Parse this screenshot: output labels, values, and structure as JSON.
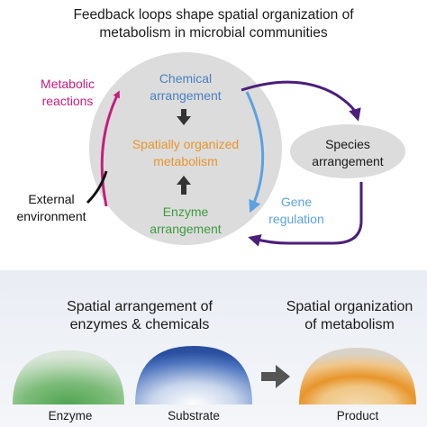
{
  "title": {
    "line1": "Feedback loops shape spatial organization of",
    "line2": "metabolism in microbial communities"
  },
  "circle": {
    "top_label_1": "Chemical",
    "top_label_2": "arrangement",
    "center_label_1": "Spatially organized",
    "center_label_2": "metabolism",
    "bottom_label_1": "Enzyme",
    "bottom_label_2": "arrangement"
  },
  "left": {
    "metabolic_1": "Metabolic",
    "metabolic_2": "reactions",
    "external_1": "External",
    "external_2": "environment"
  },
  "right": {
    "species_1": "Species",
    "species_2": "arrangement",
    "gene_1": "Gene",
    "gene_2": "regulation"
  },
  "bottom": {
    "left_title_1": "Spatial arrangement of",
    "left_title_2": "enzymes & chemicals",
    "right_title_1": "Spatial organization",
    "right_title_2": "of metabolism",
    "enzyme_label": "Enzyme",
    "substrate_label": "Substrate",
    "product_label": "Product"
  },
  "colors": {
    "chemical": "#4a7fbf",
    "spatial": "#e8952b",
    "enzyme": "#3f9a3f",
    "metabolic": "#c41e7e",
    "species_arrow": "#4b1e7a",
    "gene": "#5da1e0"
  }
}
